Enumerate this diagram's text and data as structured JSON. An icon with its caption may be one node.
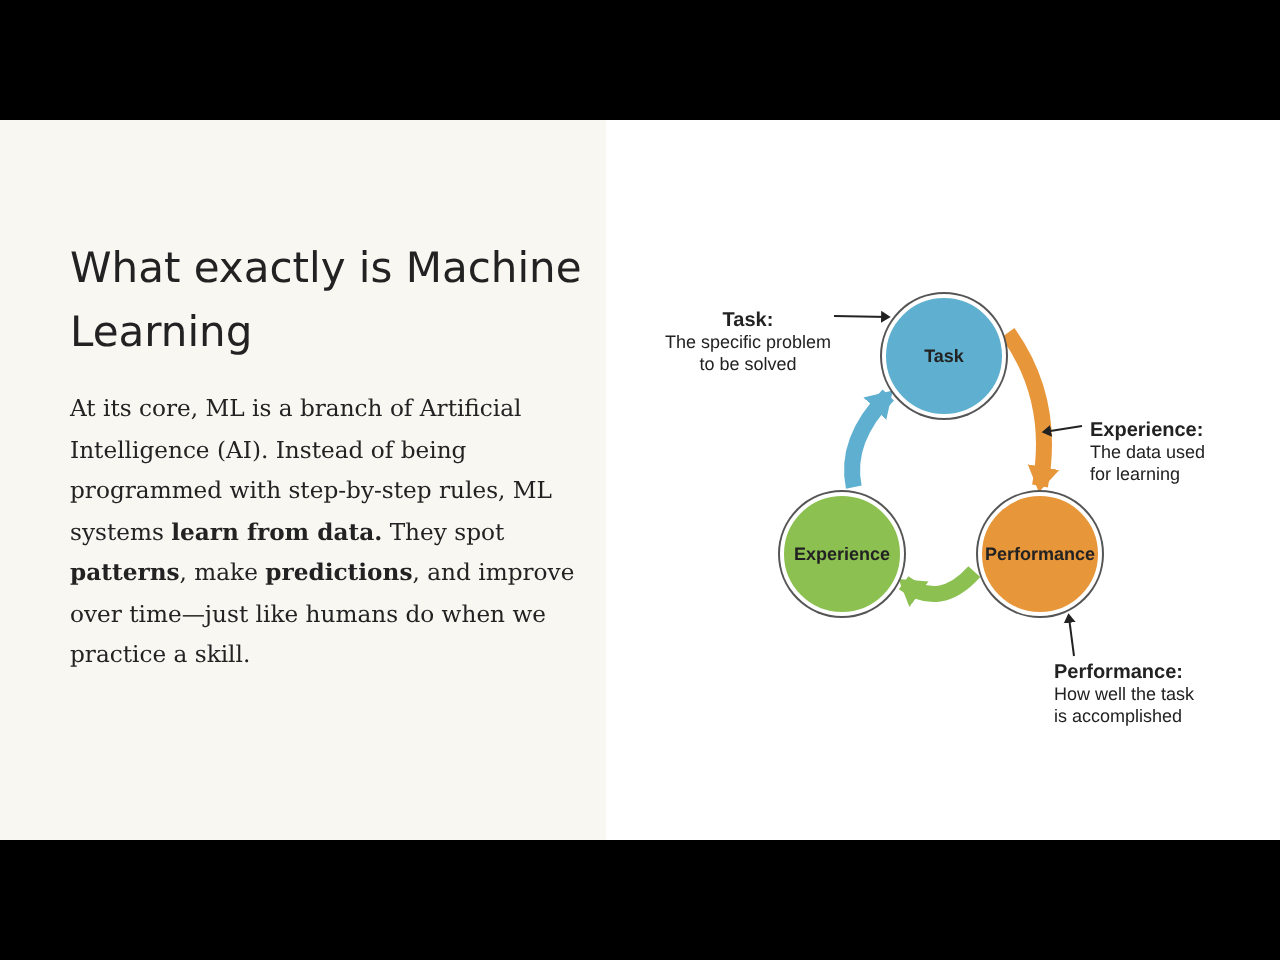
{
  "diagram": {
    "title": "What exactly is Machine Learning",
    "nodes": [
      {
        "text": [
          "Task"
        ]
      },
      {
        "text": [
          "Performance"
        ]
      },
      {
        "text": [
          "Experience"
        ]
      },
      {
        "text": [
          "Task:",
          "The specific problem to be solved"
        ]
      },
      {
        "text": [
          "Experience:",
          "The data used for learning"
        ]
      },
      {
        "text": [
          "Performance:",
          "How well the task is accomplished"
        ]
      }
    ],
    "edges": [
      {
        "from": 0,
        "to": 1,
        "arrow": "to",
        "style": "thick",
        "color": "#e8963a"
      },
      {
        "from": 1,
        "to": 2,
        "arrow": "to",
        "style": "thick",
        "color": "#8cc152"
      },
      {
        "from": 2,
        "to": 0,
        "arrow": "to",
        "style": "thick",
        "color": "#5fb0d0"
      },
      {
        "from": 3,
        "to": 0,
        "arrow": "to"
      },
      {
        "from": 4,
        "to": null,
        "arrow": "to"
      },
      {
        "from": 5,
        "to": 1,
        "arrow": "to"
      }
    ],
    "labels": [
      "At its core, ML is a branch of Artificial Intelligence (AI). Instead of being programmed with step-by-step rules, ML systems **learn from data.** They spot **patterns**, make **predictions**, and improve over time—just like humans do when we practice a skill."
    ]
  }
}
